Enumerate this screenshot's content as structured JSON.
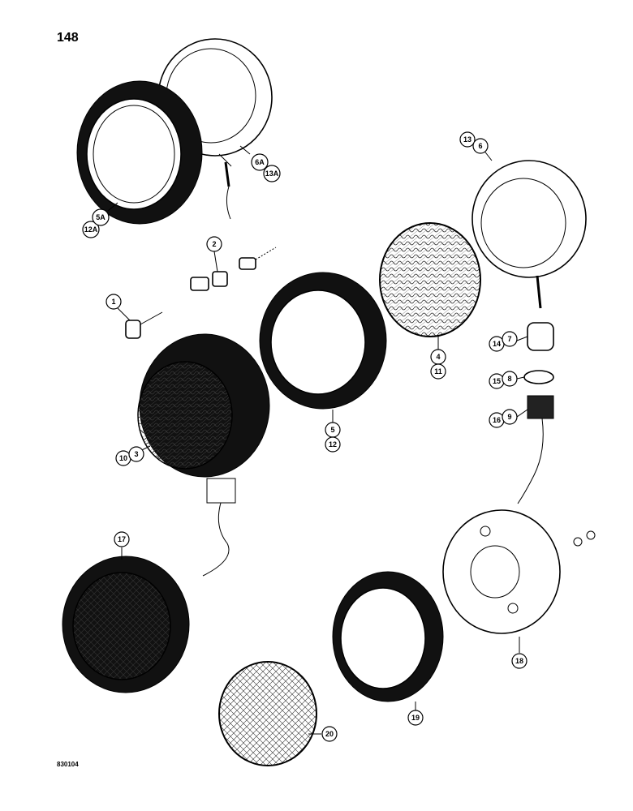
{
  "page": {
    "number": "148",
    "figure_code": "830104"
  },
  "callouts": {
    "c1": "1",
    "c2": "2",
    "c3": "3",
    "c4": "4",
    "c5": "5",
    "c5a": "5A",
    "c6": "6",
    "c6a": "6A",
    "c7": "7",
    "c8": "8",
    "c9": "9",
    "c10": "10",
    "c11": "11",
    "c12": "12",
    "c12a": "12A",
    "c13": "13",
    "c13a": "13A",
    "c14": "14",
    "c15": "15",
    "c16": "16",
    "c17": "17",
    "c18": "18",
    "c19": "19",
    "c20": "20"
  }
}
